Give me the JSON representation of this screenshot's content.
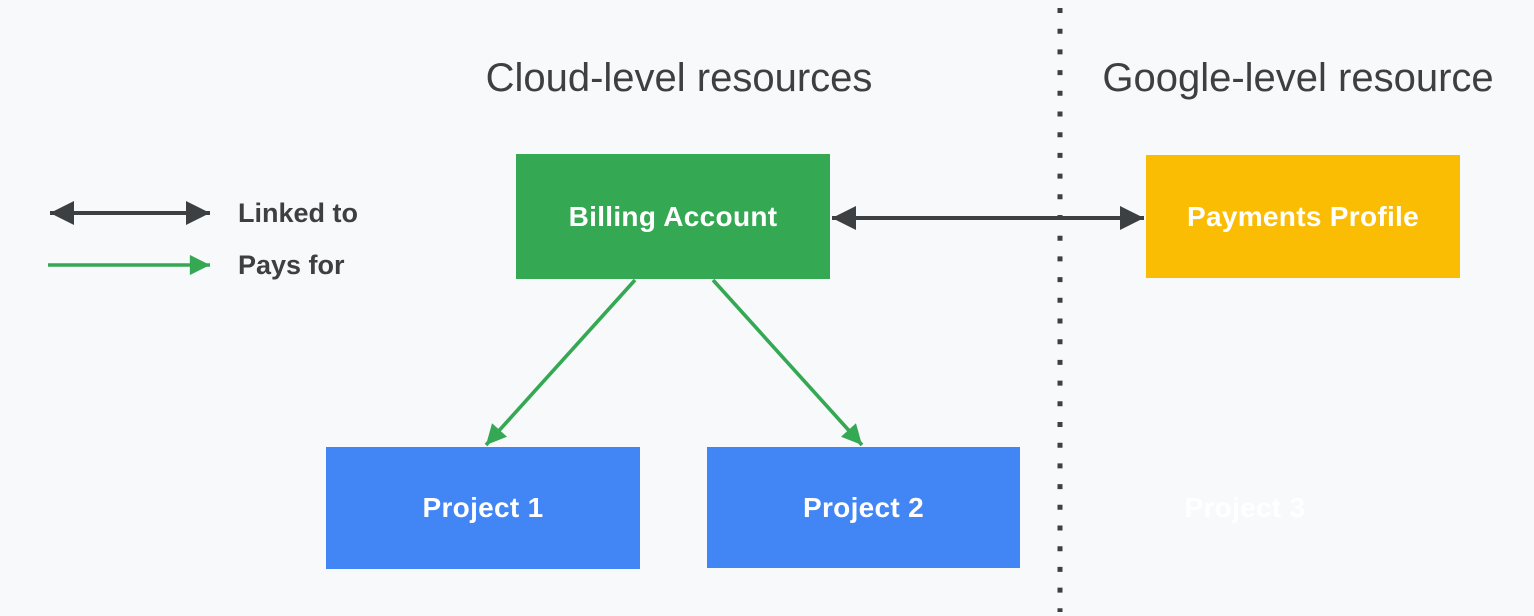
{
  "headings": {
    "cloud": "Cloud-level resources",
    "google": "Google-level resource"
  },
  "legend": {
    "items": [
      {
        "label": "Linked to",
        "arrow": "double-headed-dark-arrow"
      },
      {
        "label": "Pays for",
        "arrow": "single-headed-green-arrow"
      }
    ]
  },
  "nodes": {
    "billing_account": "Billing Account",
    "payments_profile": "Payments Profile",
    "project_1": "Project 1",
    "project_2": "Project 2",
    "project_3": "Project 3"
  },
  "edges": [
    {
      "from": "billing_account",
      "to": "payments_profile",
      "relation": "Linked to"
    },
    {
      "from": "billing_account",
      "to": "project_1",
      "relation": "Pays for"
    },
    {
      "from": "billing_account",
      "to": "project_2",
      "relation": "Pays for"
    }
  ],
  "colors": {
    "background": "#f8f9fa",
    "green": "#34a853",
    "yellow": "#fbbc04",
    "blue": "#4285f4",
    "arrow_dark": "#3c4043",
    "arrow_green": "#34a853",
    "divider_dark": "#3c4043",
    "text_dark": "#3c4043",
    "text_light": "#ffffff"
  }
}
